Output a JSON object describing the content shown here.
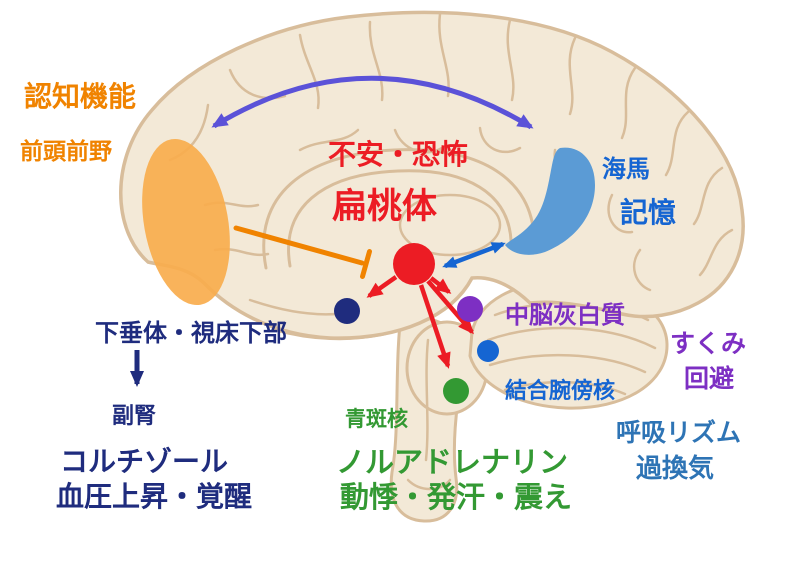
{
  "palette": {
    "orange": "#F08300",
    "orange_light": "#F8AC4D",
    "red": "#EC1C24",
    "blue": "#1565D2",
    "blue_muted": "#2E74B5",
    "navy": "#1F2C7E",
    "purple": "#7D2FC3",
    "green": "#339933",
    "violet": "#5B52D8",
    "brain_fill": "#F3E9D7",
    "brain_line": "#D8BD9B",
    "hippocampus_fill": "#5B9BD5"
  },
  "labels": {
    "cognitive_function": "認知機能",
    "prefrontal_cortex": "前頭前野",
    "anxiety_fear": "不安・恐怖",
    "amygdala": "扁桃体",
    "hippocampus": "海馬",
    "memory": "記憶",
    "pituitary_hypothalamus": "下垂体・視床下部",
    "periaqueductal_gray": "中脳灰白質",
    "freezing": "すくみ",
    "avoidance": "回避",
    "parabrachial_nucleus": "結合腕傍核",
    "locus_coeruleus": "青斑核",
    "adrenal_gland": "副腎",
    "cortisol": "コルチゾール",
    "blood_pressure_arousal": "血圧上昇・覚醒",
    "noradrenaline": "ノルアドレナリン",
    "palpitations_sweating_tremor": "動悸・発汗・震え",
    "respiratory_rhythm": "呼吸リズム",
    "hyperventilation": "過換気"
  }
}
